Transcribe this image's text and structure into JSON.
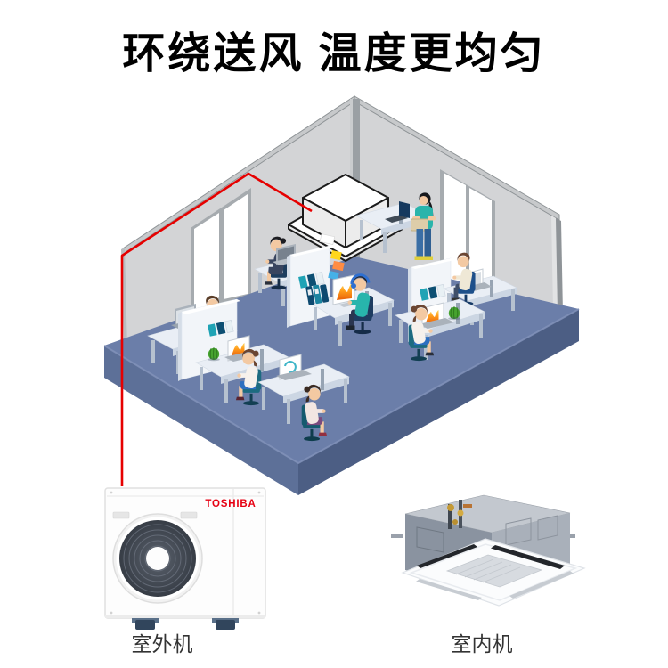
{
  "title": "环绕送风  温度更均匀",
  "scene": {
    "people_count": 8,
    "workstation_count": 4
  },
  "products": {
    "outdoor_unit": {
      "brand": "TOSHIBA",
      "label": "室外机"
    },
    "indoor_unit": {
      "label": "室内机"
    }
  },
  "icons": {
    "ceiling_cassette": "ceiling-cassette-ac-icon",
    "refrigerant_line": "red-pipe-line"
  },
  "colors": {
    "title_text": "#000000",
    "pipe_red": "#e60000",
    "toshiba_red": "#e60012",
    "floor_top": "#6b7ea9",
    "floor_side_left": "#5d7098",
    "floor_side_right": "#4c5e84",
    "wall_gray": "#d3d4d6",
    "label_text": "#333333"
  }
}
